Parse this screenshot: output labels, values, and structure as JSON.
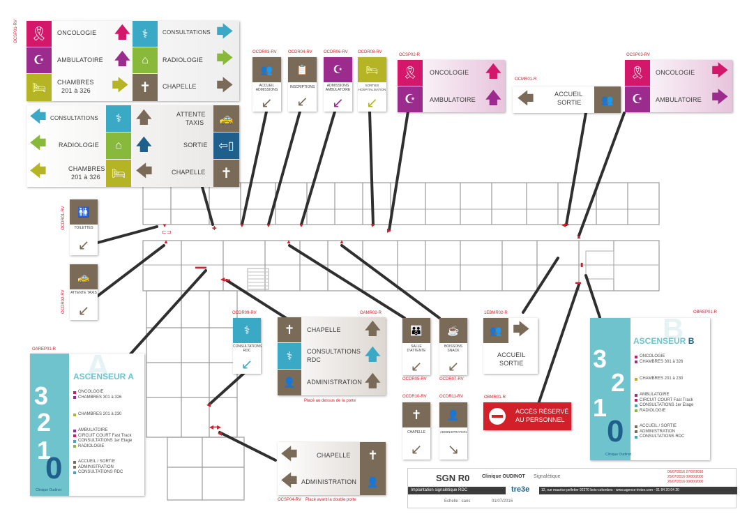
{
  "colors": {
    "magenta": "#d3176a",
    "purple": "#9b2c8e",
    "olive": "#b4b424",
    "brown": "#7a6a58",
    "cyan": "#3aa9c6",
    "lime": "#88b93a",
    "blue": "#1f5f8b",
    "red": "#d21f2a",
    "teal": "#6fc3cc"
  },
  "codes": {
    "ocsp01": "OCSP01-RV",
    "ocdr03": "OCDR03-RV",
    "ocdr04": "OCDR04-RV",
    "ocdr06": "OCDR06-RV",
    "ocdr08": "OCDR08-RV",
    "ocsp02": "OCSP02-R",
    "ocmr01": "OCMR01-R",
    "ocsp03": "OCSP03-RV",
    "ocdr01": "OCDR01-RV",
    "ocdr02": "OCDR02-RV",
    "oarep01": "OAREP01-R",
    "ocdr09": "OCDR09-RV",
    "oamr02": "OAMR02-R",
    "ocdr05": "OCDR05-RV",
    "ocdr07": "OCDR07-RV",
    "ocdr10": "OCDR10-RV",
    "ocdr11": "OCDR11-RV",
    "ebmr02": "1EBMR02-R",
    "obmr01": "OBMR01-R",
    "obrep01": "OBREP01-R",
    "ocsp04": "OCSP04-RV"
  },
  "top_left_panel": {
    "rows": [
      {
        "left_label": "ONCOLOGIE",
        "left_icon": "ribbon-icon",
        "right_label": "CONSULTATIONS",
        "right_icon": "stethoscope-icon"
      },
      {
        "left_label": "AMBULATOIRE",
        "left_icon": "day-care-icon",
        "right_label": "RADIOLOGIE",
        "right_icon": "scanner-icon"
      },
      {
        "left_label": "CHAMBRES",
        "left_label2": "201 à 326",
        "left_icon": "bed-icon",
        "right_label": "CHAPELLE",
        "right_icon": "cross-icon"
      }
    ]
  },
  "second_panel": {
    "rows": [
      {
        "left_label": "CONSULTATIONS",
        "right_label": "ATTENTE",
        "right_label2": "TAXIS"
      },
      {
        "left_label": "RADIOLOGIE",
        "right_label": "SORTIE"
      },
      {
        "left_label": "CHAMBRES",
        "left_label2": "201 à 326",
        "right_label": "CHAPELLE"
      }
    ]
  },
  "small_signs": {
    "ocdr03": {
      "text": "ACCUEIL ADMISSIONS"
    },
    "ocdr04": {
      "text": "INSCRIPTIONS"
    },
    "ocdr06": {
      "text": "ADMISSIONS AMBULATOIRE"
    },
    "ocdr08": {
      "text": "SORTIES HOSPITALISATION"
    },
    "ocdr01": {
      "text": "TOILETTES"
    },
    "ocdr02": {
      "text": "ATTENTE TAXIS"
    },
    "ocdr09": {
      "text": "CONSULTATIONS RDC"
    },
    "ocdr05": {
      "text": "SALLE D'ATTENTE"
    },
    "ocdr07": {
      "text": "BOISSONS SNACK"
    },
    "ocdr10": {
      "text": "CHAPELLE"
    },
    "ocdr11": {
      "text": "ADMINISTRATION"
    }
  },
  "ocsp02_panel": {
    "row1": "ONCOLOGIE",
    "row2": "AMBULATOIRE"
  },
  "ocmr01_panel": {
    "line1": "ACCUEIL",
    "line2": "SORTIE"
  },
  "ocsp03_panel": {
    "row1": "ONCOLOGIE",
    "row2": "AMBULATOIRE"
  },
  "oamr02_panel": {
    "row1": "CHAPELLE",
    "row2": "CONSULTATIONS",
    "row2b": "RDC",
    "row3": "ADMINISTRATION",
    "note": "Placé au dessus de la porte"
  },
  "ebmr02_panel": {
    "line1": "ACCUEIL",
    "line2": "SORTIE"
  },
  "obmr01_panel": {
    "line1": "ACCÈS RÉSERVÉ",
    "line2": "AU PERSONNEL"
  },
  "ocsp04_panel": {
    "row1": "CHAPELLE",
    "row2": "ADMINISTRATION",
    "note": "Placé avant la double porte"
  },
  "ascenseur_a": {
    "title": "ASCENSEUR",
    "letter": "A",
    "brand": "Clinique Oudinot",
    "floors": [
      {
        "num": "3",
        "items": [
          {
            "t": "ONCOLOGIE",
            "c": "#d3176a"
          },
          {
            "t": "CHAMBRES 301 à 326",
            "c": "#9b2c8e"
          }
        ]
      },
      {
        "num": "2",
        "items": [
          {
            "t": "CHAMBRES 201 à 230",
            "c": "#b4b424"
          }
        ]
      },
      {
        "num": "1",
        "items": [
          {
            "t": "AMBULATOIRE",
            "c": "#9b2c8e"
          },
          {
            "t": "CIRCUIT COURT Fast Track",
            "c": "#d3176a"
          },
          {
            "t": "CONSULTATIONS 1er Etage",
            "c": "#3aa9c6"
          },
          {
            "t": "RADIOLOGIE",
            "c": "#88b93a"
          }
        ]
      },
      {
        "num": "0",
        "items": [
          {
            "t": "ACCUEIL / SORTIE",
            "c": "#7a6a58"
          },
          {
            "t": "ADMINISTRATION",
            "c": "#7a6a58"
          },
          {
            "t": "CONSULTATIONS RDC",
            "c": "#3aa9c6"
          }
        ]
      }
    ]
  },
  "ascenseur_b": {
    "title": "ASCENSEUR",
    "letter": "B",
    "brand": "Clinique Oudinot",
    "floors": [
      {
        "num": "3",
        "items": [
          {
            "t": "ONCOLOGIE",
            "c": "#d3176a"
          },
          {
            "t": "CHAMBRES 301 à 326",
            "c": "#9b2c8e"
          }
        ]
      },
      {
        "num": "2",
        "items": [
          {
            "t": "CHAMBRES 201 à 230",
            "c": "#b4b424"
          }
        ]
      },
      {
        "num": "1",
        "items": [
          {
            "t": "AMBULATOIRE",
            "c": "#9b2c8e"
          },
          {
            "t": "CIRCUIT COURT Fast Track",
            "c": "#d3176a"
          },
          {
            "t": "CONSULTATIONS 1er Etage",
            "c": "#3aa9c6"
          },
          {
            "t": "RADIOLOGIE",
            "c": "#88b93a"
          }
        ]
      },
      {
        "num": "0",
        "items": [
          {
            "t": "ACCUEIL / SORTIE",
            "c": "#7a6a58"
          },
          {
            "t": "ADMINISTRATION",
            "c": "#7a6a58"
          },
          {
            "t": "CONSULTATIONS RDC",
            "c": "#3aa9c6"
          }
        ]
      }
    ]
  },
  "cartouche": {
    "sheet": "SGN R0",
    "client": "Clinique OUDINOT",
    "discipline": "Signalétique",
    "subject": "Implantation signalétique RDC",
    "scale": "Echelle : sans",
    "date": "01/07/2016",
    "agency": "tre3e",
    "address": "12, rue maurice pelletier 92270 bois-colombes - www.agence-treize.com - 01 84 20 04 20",
    "revisions": [
      {
        "a": "06/07/2016",
        "b": "27/07/2016"
      },
      {
        "a": "25/07/2016",
        "b": "00/00/2000"
      },
      {
        "a": "26/07/2016",
        "b": "00/00/2000"
      }
    ]
  }
}
